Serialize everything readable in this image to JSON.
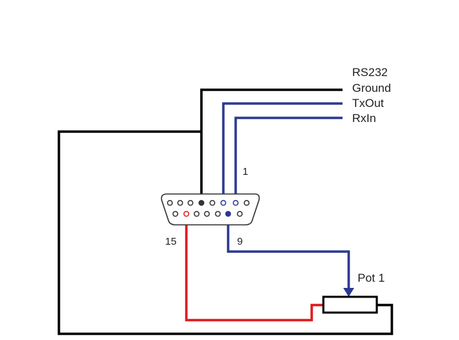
{
  "labels": {
    "rs232": "RS232",
    "ground": "Ground",
    "txout": "TxOut",
    "rxin": "RxIn",
    "pin1": "1",
    "pin9": "9",
    "pin15": "15",
    "pot": "Pot 1"
  },
  "colors": {
    "ground_wire": "#000000",
    "signal_wire": "#2b3990",
    "pot_wire": "#e0191e"
  }
}
